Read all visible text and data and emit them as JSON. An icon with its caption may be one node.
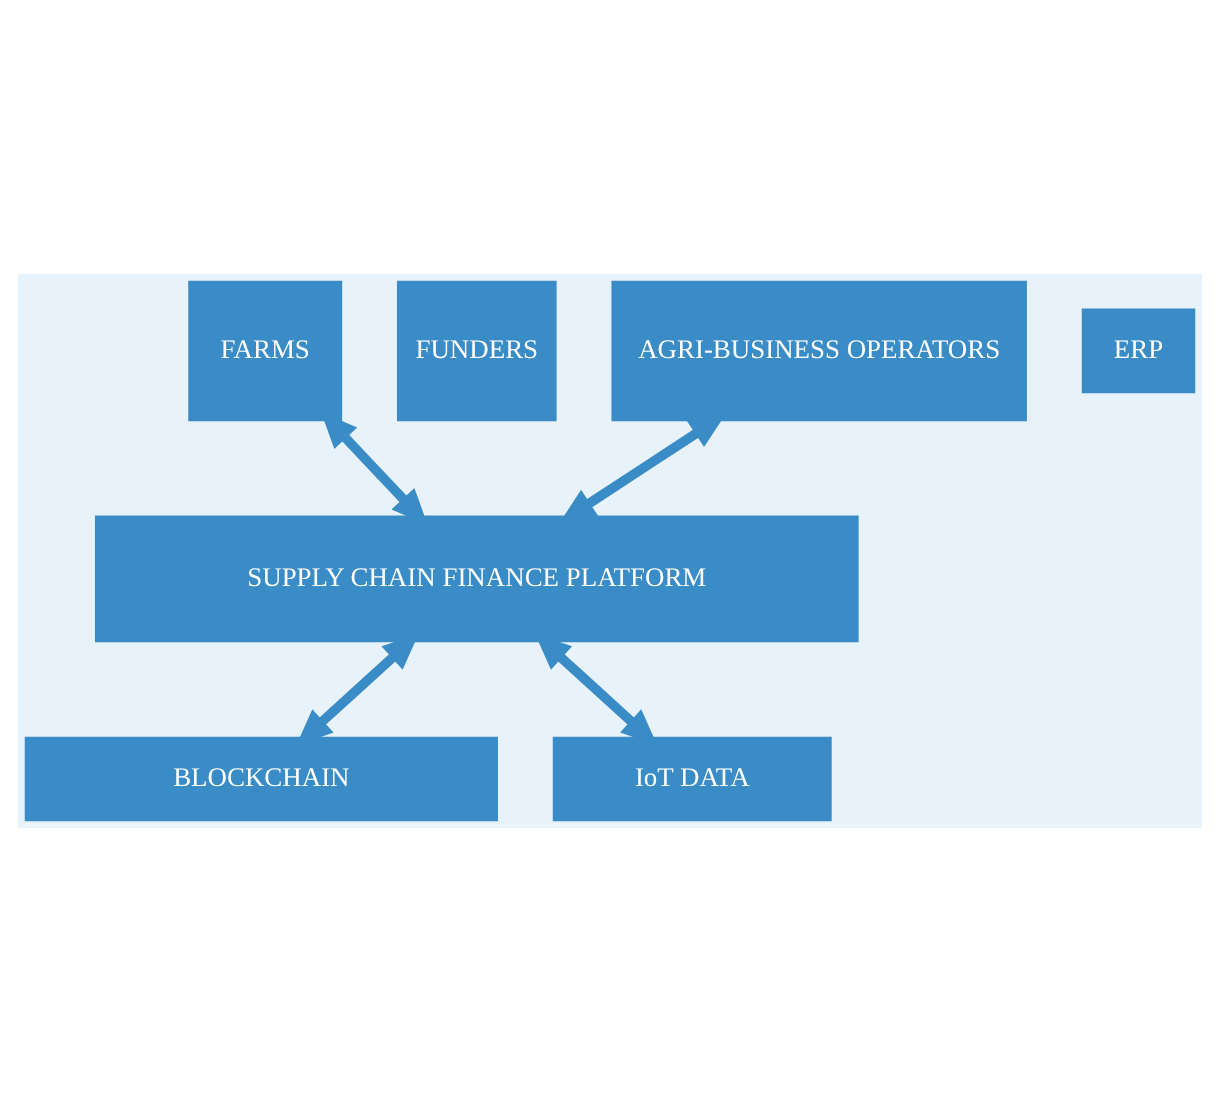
{
  "diagram": {
    "nodes": [
      {
        "text": [
          "FARMS"
        ]
      },
      {
        "text": [
          "FUNDERS"
        ]
      },
      {
        "text": [
          "AGRI-BUSINESS OPERATORS"
        ]
      },
      {
        "text": [
          "ERP"
        ]
      },
      {
        "text": [
          "SUPPLY CHAIN FINANCE PLATFORM"
        ]
      },
      {
        "text": [
          "BLOCKCHAIN"
        ]
      },
      {
        "text": [
          "IoT DATA"
        ]
      }
    ],
    "edges": [
      {
        "from": 0,
        "to": 4,
        "arrow": "both"
      },
      {
        "from": 2,
        "to": 4,
        "arrow": "both"
      },
      {
        "from": 4,
        "to": 5,
        "arrow": "both"
      },
      {
        "from": 4,
        "to": 6,
        "arrow": "both"
      }
    ]
  }
}
